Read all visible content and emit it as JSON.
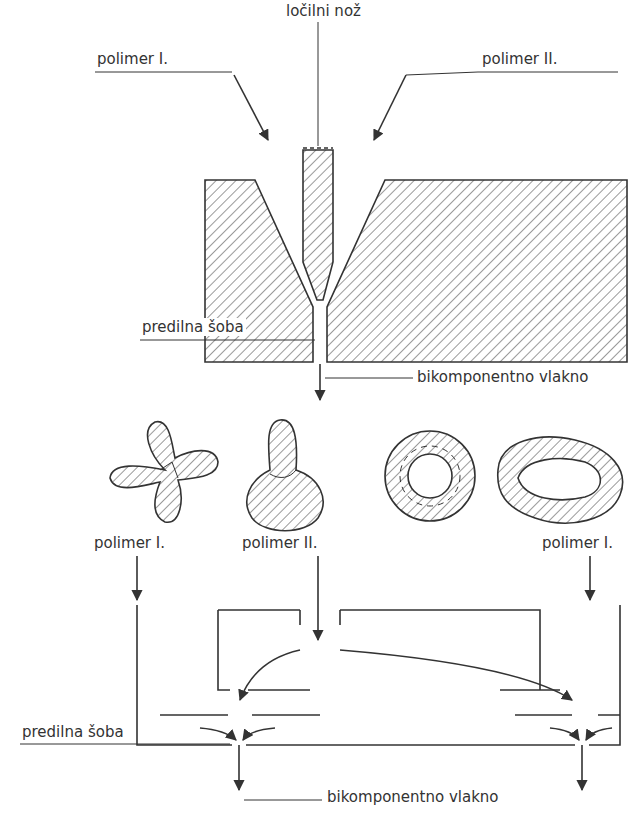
{
  "diagram": {
    "labels": [
      "ločilni nož",
      "polimer I.",
      "polimer II.",
      "predilna šoba",
      "bikomponentno vlakno",
      "polimer I.",
      "polimer II.",
      "polimer I.",
      "predilna šoba",
      "bikomponentno vlakno"
    ]
  }
}
